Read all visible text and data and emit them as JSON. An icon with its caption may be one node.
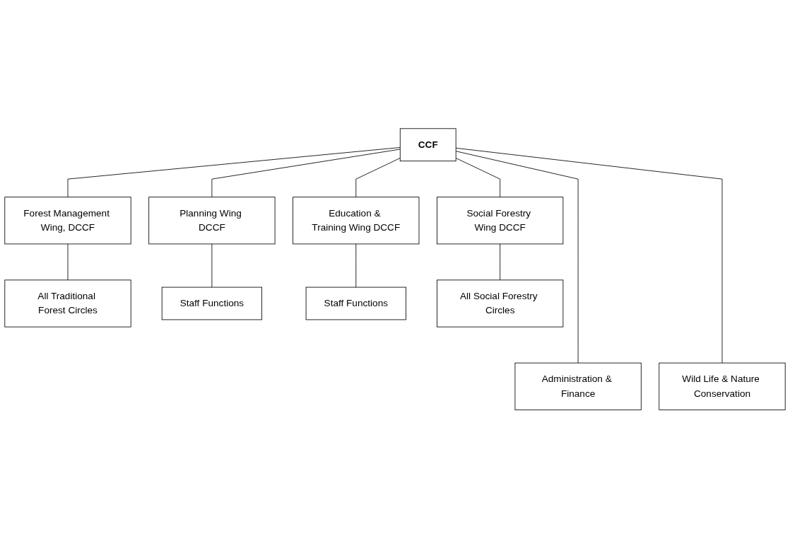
{
  "diagram": {
    "nodes": [
      {
        "text": [
          "CCF"
        ]
      },
      {
        "text": [
          "Forest Management Wing, DCCF"
        ]
      },
      {
        "text": [
          "Planning Wing DCCF"
        ]
      },
      {
        "text": [
          "Education & Training Wing DCCF"
        ]
      },
      {
        "text": [
          "Social Forestry Wing DCCF"
        ]
      },
      {
        "text": [
          "All Traditional Forest Circles"
        ]
      },
      {
        "text": [
          "Staff Functions"
        ]
      },
      {
        "text": [
          "Staff Functions"
        ]
      },
      {
        "text": [
          "All Social Forestry Circles"
        ]
      },
      {
        "text": [
          "Administration & Finance"
        ]
      },
      {
        "text": [
          "Wild Life & Nature Conservation"
        ]
      }
    ],
    "edges": [
      {
        "from": 0,
        "to": 1,
        "arrow": "none"
      },
      {
        "from": 0,
        "to": 2,
        "arrow": "none"
      },
      {
        "from": 0,
        "to": 3,
        "arrow": "none"
      },
      {
        "from": 0,
        "to": 4,
        "arrow": "none"
      },
      {
        "from": 1,
        "to": 5,
        "arrow": "none"
      },
      {
        "from": 2,
        "to": 6,
        "arrow": "none"
      },
      {
        "from": 3,
        "to": 7,
        "arrow": "none"
      },
      {
        "from": 4,
        "to": 8,
        "arrow": "none"
      },
      {
        "from": 0,
        "to": 9,
        "arrow": "none"
      },
      {
        "from": 0,
        "to": 10,
        "arrow": "none"
      }
    ]
  }
}
